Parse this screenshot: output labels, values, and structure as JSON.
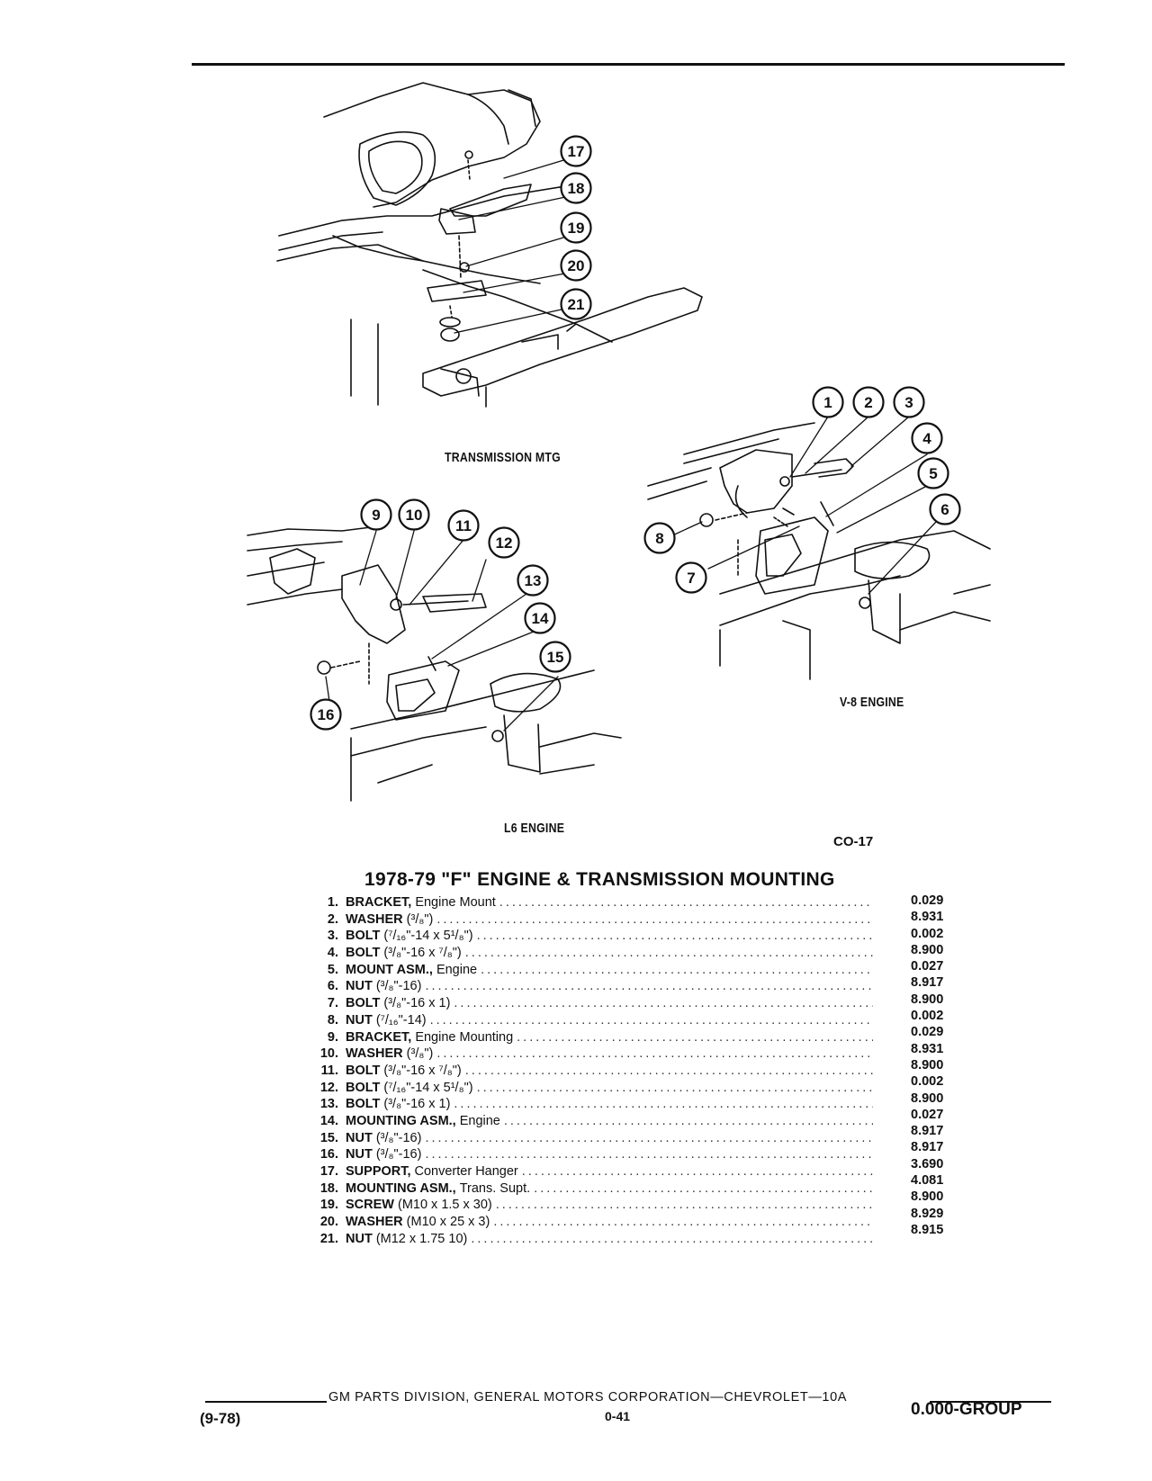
{
  "figures": {
    "transmission_caption": "TRANSMISSION MTG",
    "v8_caption": "V-8 ENGINE",
    "l6_caption": "L6 ENGINE",
    "figure_number": "CO-17",
    "callouts": [
      "1",
      "2",
      "3",
      "4",
      "5",
      "6",
      "7",
      "8",
      "9",
      "10",
      "11",
      "12",
      "13",
      "14",
      "15",
      "16",
      "17",
      "18",
      "19",
      "20",
      "21"
    ]
  },
  "title": "1978-79 \"F\" ENGINE & TRANSMISSION MOUNTING",
  "parts": [
    {
      "num": "1.",
      "name": "BRACKET,",
      "desc": "Engine Mount"
    },
    {
      "num": "2.",
      "name": "WASHER",
      "desc": "(³/₈\")"
    },
    {
      "num": "3.",
      "name": "BOLT",
      "desc": "(⁷/₁₆\"-14 x 5¹/₈\")"
    },
    {
      "num": "4.",
      "name": "BOLT",
      "desc": "(³/₈\"-16 x ⁷/₈\")"
    },
    {
      "num": "5.",
      "name": "MOUNT ASM.,",
      "desc": "Engine"
    },
    {
      "num": "6.",
      "name": "NUT",
      "desc": "(³/₈\"-16)"
    },
    {
      "num": "7.",
      "name": "BOLT",
      "desc": "(³/₈\"-16 x 1)"
    },
    {
      "num": "8.",
      "name": "NUT",
      "desc": "(⁷/₁₆\"-14)"
    },
    {
      "num": "9.",
      "name": "BRACKET,",
      "desc": "Engine Mounting"
    },
    {
      "num": "10.",
      "name": "WASHER",
      "desc": "(³/₈\")"
    },
    {
      "num": "11.",
      "name": "BOLT",
      "desc": "(³/₈\"-16 x ⁷/₈\")"
    },
    {
      "num": "12.",
      "name": "BOLT",
      "desc": "(⁷/₁₆\"-14 x 5¹/₈\")"
    },
    {
      "num": "13.",
      "name": "BOLT",
      "desc": "(³/₈\"-16 x 1)"
    },
    {
      "num": "14.",
      "name": "MOUNTING ASM.,",
      "desc": "Engine"
    },
    {
      "num": "15.",
      "name": "NUT",
      "desc": "(³/₈\"-16)"
    },
    {
      "num": "16.",
      "name": "NUT",
      "desc": "(³/₈\"-16)"
    },
    {
      "num": "17.",
      "name": "SUPPORT,",
      "desc": "Converter Hanger"
    },
    {
      "num": "18.",
      "name": "MOUNTING ASM.,",
      "desc": "Trans. Supt."
    },
    {
      "num": "19.",
      "name": "SCREW",
      "desc": "(M10 x 1.5 x 30)"
    },
    {
      "num": "20.",
      "name": "WASHER",
      "desc": "(M10 x 25 x 3)"
    },
    {
      "num": "21.",
      "name": "NUT",
      "desc": "(M12 x 1.75 10)"
    }
  ],
  "part_numbers": [
    "0.029",
    "8.931",
    "0.002",
    "8.900",
    "0.027",
    "8.917",
    "8.900",
    "0.002",
    "0.029",
    "8.931",
    "8.900",
    "0.002",
    "8.900",
    "0.027",
    "8.917",
    "8.917",
    "3.690",
    "4.081",
    "8.900",
    "8.929",
    "8.915"
  ],
  "footer": {
    "publisher": "GM PARTS DIVISION, GENERAL MOTORS CORPORATION—CHEVROLET—10A",
    "date": "(9-78)",
    "page": "0-41",
    "group": "0.000-GROUP"
  }
}
